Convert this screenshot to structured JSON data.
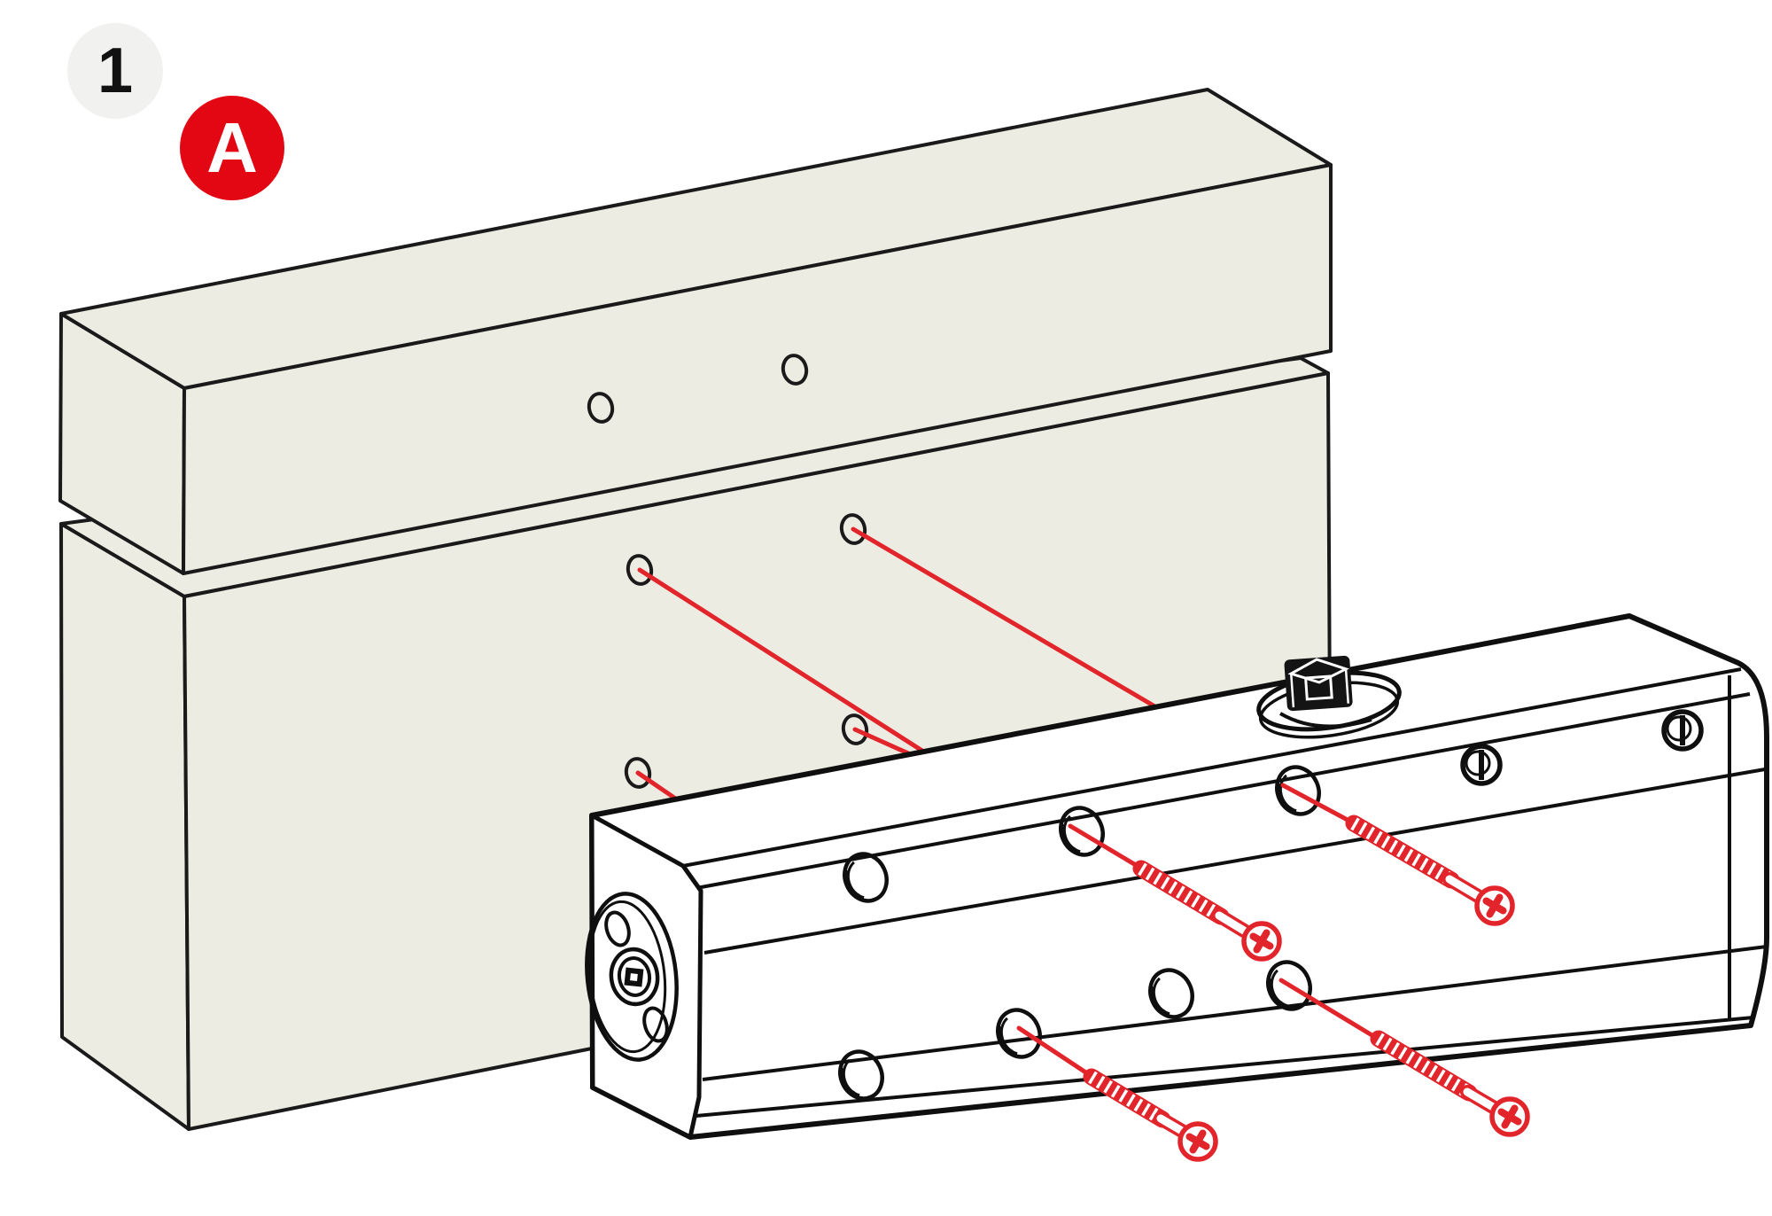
{
  "figure": {
    "type": "assembly-step-diagram",
    "subject": "door closer body mounted with screws"
  },
  "step_badge": {
    "number": "1"
  },
  "part_badge": {
    "letter": "A"
  },
  "colors": {
    "badge_red": "#e30613",
    "screw_red": "#e2242b",
    "outline": "#1a1a1a",
    "panel_fill": "#ececE3",
    "body_fill": "#ffffff",
    "step_badge_bg": "#f1f1f0",
    "step_badge_text": "#111111"
  },
  "parts": [
    {
      "name": "upper-panel",
      "pilot_holes": 2
    },
    {
      "name": "lower-panel",
      "pilot_holes": 4
    },
    {
      "name": "door-closer-body",
      "mounting_holes_upper_row": 3,
      "mounting_holes_lower_row": 4
    },
    {
      "name": "pinion-spindle",
      "count": 1
    },
    {
      "name": "end-cap",
      "count": 1
    },
    {
      "name": "valve-screws",
      "count": 2
    },
    {
      "name": "mounting-screws",
      "count": 4
    },
    {
      "name": "guide-lines",
      "count": 4
    }
  ]
}
